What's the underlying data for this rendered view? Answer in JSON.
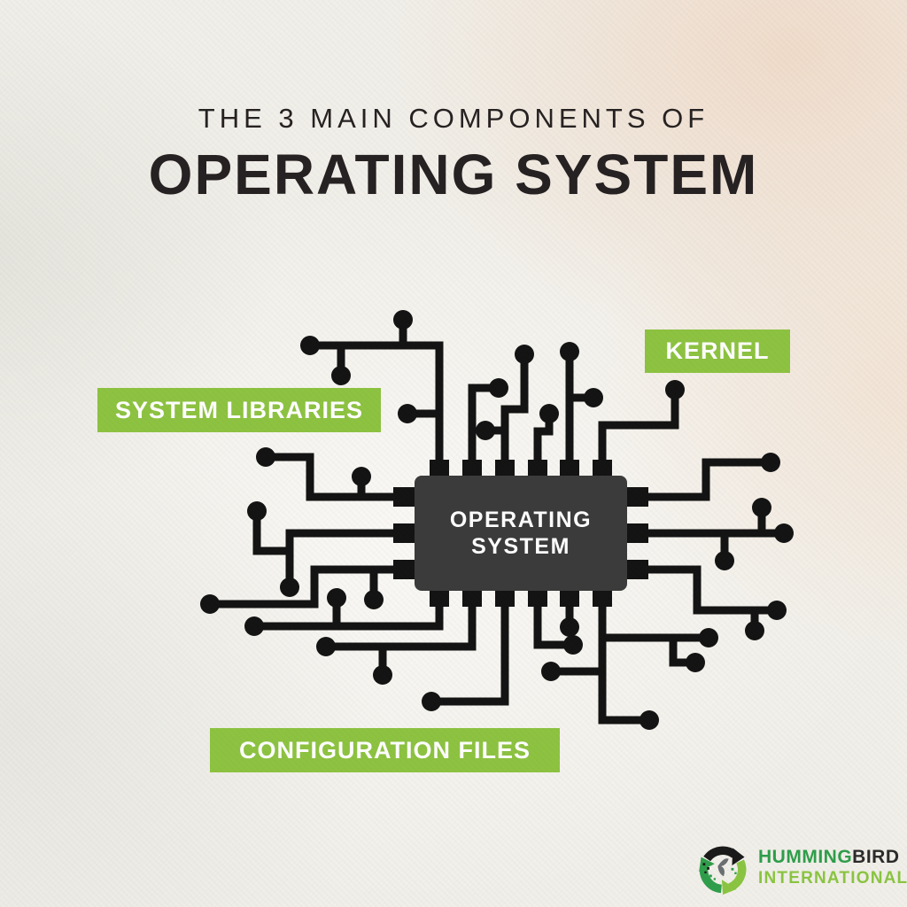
{
  "title": {
    "line1": "THE 3 MAIN COMPONENTS OF",
    "line2": "OPERATING SYSTEM"
  },
  "chip": {
    "label_line1": "OPERATING",
    "label_line2": "SYSTEM"
  },
  "labels": {
    "kernel": "KERNEL",
    "system_libraries": "SYSTEM LIBRARIES",
    "configuration_files": "CONFIGURATION FILES"
  },
  "logo": {
    "icon": "hummingbird-recycle-icon",
    "brand_primary": "HUMMING",
    "brand_secondary": "BIRD",
    "brand_line2": "INTERNATIONAL"
  },
  "colors": {
    "accent_green": "#8dc341",
    "chip_body": "#3b3b3b",
    "trace_black": "#131313",
    "title_ink": "#262122",
    "label_text": "#ffffff",
    "logo_green_dark": "#2f9e4b",
    "logo_green_light": "#8ac541",
    "logo_ink": "#2b2b2b"
  }
}
